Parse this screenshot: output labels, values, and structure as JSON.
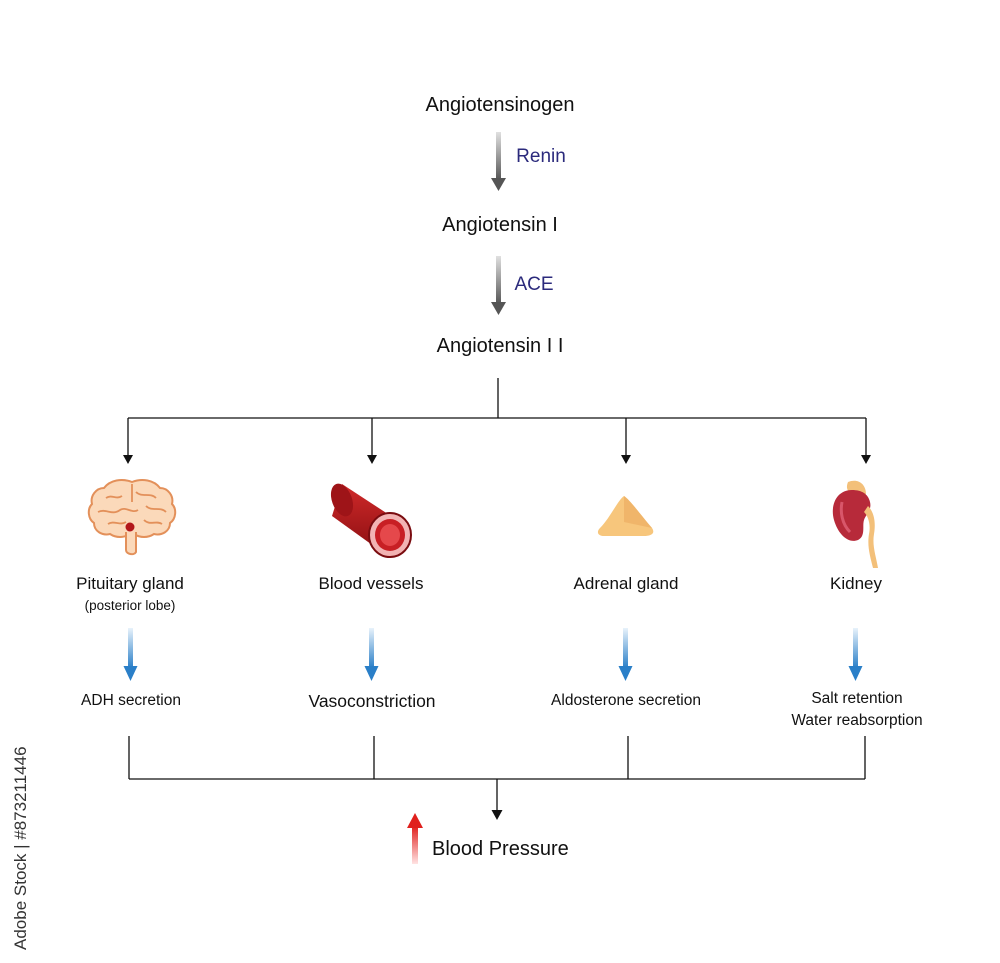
{
  "pathway": {
    "step1": "Angiotensinogen",
    "enzyme1": "Renin",
    "step2": "Angiotensin I",
    "enzyme2": "ACE",
    "step3": "Angiotensin I I"
  },
  "targets": [
    {
      "organ": "Pituitary gland",
      "sub": "(posterior lobe)",
      "icon": "brain-icon",
      "effect": [
        "ADH secretion"
      ]
    },
    {
      "organ": "Blood vessels",
      "sub": "",
      "icon": "blood-vessel-icon",
      "effect": [
        "Vasoconstriction"
      ]
    },
    {
      "organ": "Adrenal gland",
      "sub": "",
      "icon": "adrenal-gland-icon",
      "effect": [
        "Aldosterone secretion"
      ]
    },
    {
      "organ": "Kidney",
      "sub": "",
      "icon": "kidney-icon",
      "effect": [
        "Salt retention",
        "Water reabsorption"
      ]
    }
  ],
  "outcome": {
    "label": "Blood Pressure",
    "direction": "up",
    "icon": "red-up-arrow-icon"
  },
  "watermark": "Adobe Stock | #873211446",
  "colors": {
    "enzyme_text": "#2b2a7c",
    "effect_arrow": "#2a7fc8",
    "increase_arrow": "#e0201d",
    "brain": "#fbd9ba",
    "vessel": "#b3171b",
    "adrenal": "#f5c07a",
    "kidney": "#b72a3a"
  }
}
